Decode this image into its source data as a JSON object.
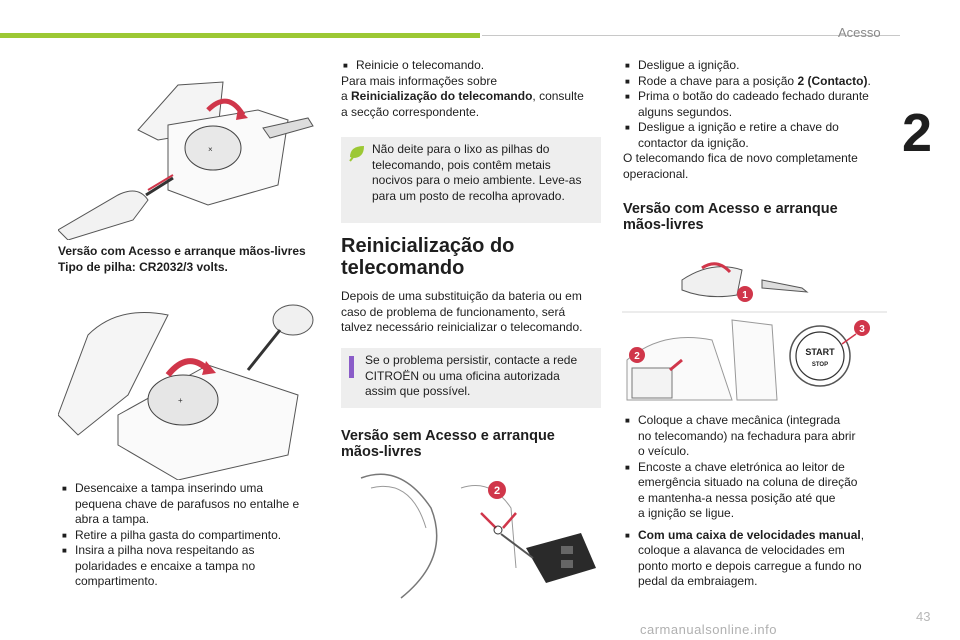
{
  "header": {
    "section_title": "Acesso",
    "chapter_number": "2"
  },
  "left_column": {
    "caption_line1": "Versão com Acesso e arranque mãos-livres",
    "caption_line2": "Tipo de pilha: CR2032/3 volts.",
    "steps": [
      [
        "Desencaixe a tampa inserindo uma",
        "pequena chave de parafusos no entalhe e",
        "abra a tampa."
      ],
      [
        "Retire a pilha gasta do compartimento."
      ],
      [
        "Insira a pilha nova respeitando as",
        "polaridades e encaixe a tampa no",
        "compartimento."
      ]
    ]
  },
  "middle_column": {
    "reinit_step": "Reinicie o telecomando.",
    "more_info_line1": "Para mais informações sobre",
    "more_info_prefix": "a ",
    "more_info_bold": "Reinicialização do telecomando",
    "more_info_suffix": ", consulte",
    "more_info_line3": "a secção correspondente.",
    "eco_note": [
      "Não deite para o lixo as pilhas do",
      "telecomando, pois contêm metais",
      "nocivos para o meio ambiente. Leve-as",
      "para um posto de recolha aprovado."
    ],
    "section_title_line1": "Reinicialização do",
    "section_title_line2": "telecomando",
    "section_text": [
      "Depois de uma substituição da bateria ou em",
      "caso de problema de funcionamento, será",
      "talvez necessário reinicializar o telecomando."
    ],
    "info_note": [
      "Se o problema persistir, contacte a rede",
      "CITROËN ou uma oficina autorizada",
      "assim que possível."
    ],
    "subsection_line1": "Versão sem Acesso e arranque",
    "subsection_line2": "mãos-livres",
    "callout_number": "2"
  },
  "right_column": {
    "step1": "Desligue a ignição.",
    "step2_prefix": "Rode a chave para a posição ",
    "step2_bold": "2 (Contacto)",
    "step2_suffix": ".",
    "step3": [
      "Prima o botão do cadeado fechado durante",
      "alguns segundos."
    ],
    "step4": [
      "Desligue a ignição e retire a chave do",
      "contactor da ignição."
    ],
    "result": [
      "O telecomando fica de novo completamente",
      "operacional."
    ],
    "subsection_line1": "Versão com Acesso e arranque",
    "subsection_line2": "mãos-livres",
    "callouts": [
      "1",
      "2",
      "3"
    ],
    "start_button_line1": "START",
    "start_button_line2": "STOP",
    "steps_b": [
      [
        "Coloque a chave mecânica (integrada",
        "no telecomando) na fechadura para abrir",
        "o veículo."
      ],
      [
        "Encoste a chave eletrónica ao leitor de",
        "emergência situado na coluna de direção",
        "e mantenha-a nessa posição até que",
        "a ignição se ligue."
      ]
    ],
    "manual_bold": "Com uma caixa de velocidades manual",
    "manual_suffix": ",",
    "manual_rest": [
      "coloque a alavanca de velocidades em",
      "ponto morto e depois carregue a fundo no",
      "pedal da embraiagem."
    ]
  },
  "footer": {
    "page_number": "43",
    "watermark": "carmanualsonline.info"
  },
  "colors": {
    "accent_green": "#9cc834",
    "callout_red": "#d0364a",
    "info_purple": "#8a5cc8",
    "note_bg": "#eeeeee"
  }
}
